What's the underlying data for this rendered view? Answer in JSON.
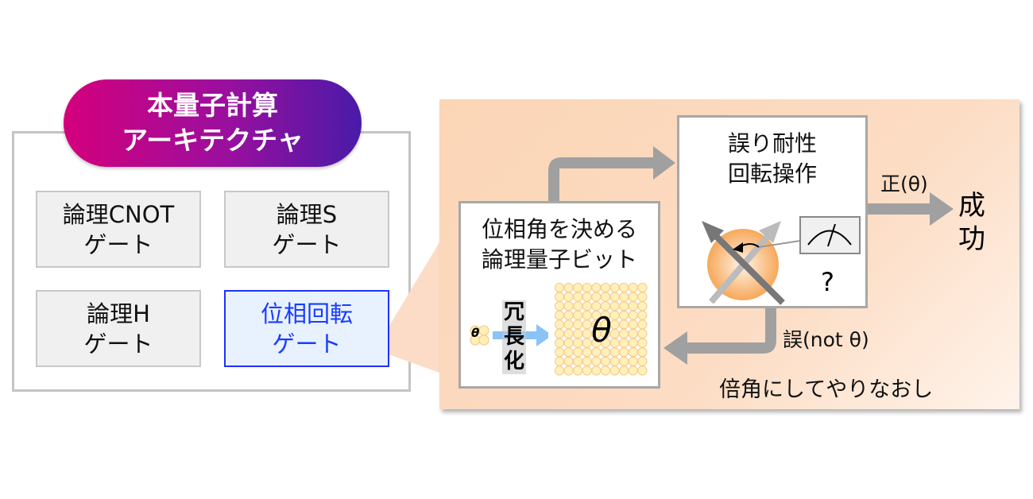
{
  "architecture": {
    "title_line1": "本量子計算",
    "title_line2": "アーキテクチャ",
    "gates": [
      {
        "line1": "論理CNOT",
        "line2": "ゲート"
      },
      {
        "line1": "論理S",
        "line2": "ゲート"
      },
      {
        "line1": "論理H",
        "line2": "ゲート"
      },
      {
        "line1": "位相回転",
        "line2": "ゲート"
      }
    ]
  },
  "detail": {
    "logical_qubit_box": {
      "line1": "位相角を決める",
      "line2": "論理量子ビット",
      "small_theta": "θ",
      "redundancy_label": [
        "冗",
        "長",
        "化"
      ],
      "large_theta": "θ"
    },
    "rotation_box": {
      "line1": "誤り耐性",
      "line2": "回転操作",
      "unknown": "?"
    },
    "correct_label": "正(θ)",
    "success_label": [
      "成",
      "功"
    ],
    "wrong_label": "誤(not θ)",
    "retry_label": "倍角にしてやりなおし"
  },
  "colors": {
    "accent_pink": "#d4007c",
    "accent_purple": "#4a1aa8",
    "selected_blue": "#1a3cff",
    "panel_peach": "#fbd5b6",
    "arrow_gray": "#a0a0a0"
  }
}
